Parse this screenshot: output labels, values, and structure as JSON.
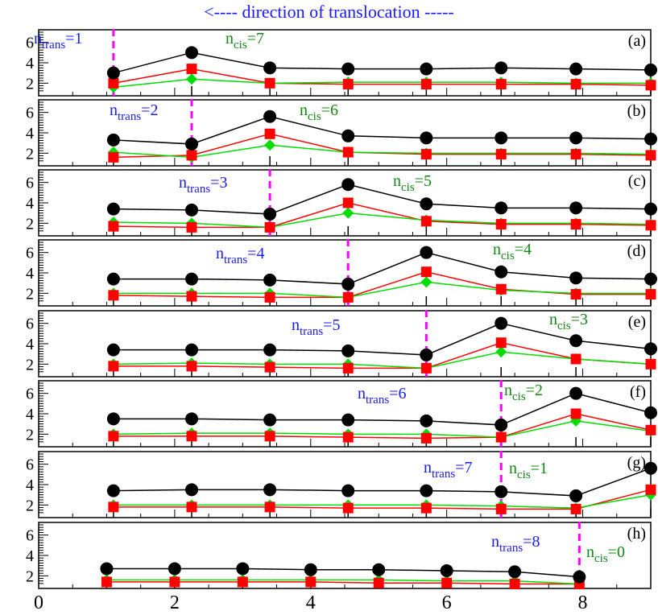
{
  "title": "<---- direction of translocation -----",
  "colors": {
    "black": "#000000",
    "red": "#ff0000",
    "green": "#00dd00",
    "marker_line": "#ff00ff",
    "label_trans": "#1a1aff",
    "label_cis": "#118811"
  },
  "chart_data": {
    "type": "line",
    "xlim": [
      0,
      9
    ],
    "ylim": [
      1,
      7
    ],
    "xticks": [
      0,
      2,
      4,
      6,
      8
    ],
    "yticks": [
      2,
      4,
      6
    ],
    "panels": [
      {
        "tag": "(a)",
        "trans_label": "trans",
        "trans_value": "=1",
        "cis_label": "cis",
        "cis_value": "=7",
        "marker_x": 1.1,
        "black": {
          "x": [
            1.1,
            2.25,
            3.4,
            4.55,
            5.7,
            6.8,
            7.9,
            9.0
          ],
          "y": [
            3.0,
            5.0,
            3.5,
            3.4,
            3.4,
            3.5,
            3.4,
            3.3
          ]
        },
        "red": {
          "x": [
            1.1,
            2.25,
            3.4,
            4.55,
            5.7,
            6.8,
            7.9,
            9.0
          ],
          "y": [
            2.0,
            3.4,
            2.0,
            1.9,
            1.9,
            1.9,
            1.9,
            1.8
          ]
        },
        "green": {
          "x": [
            1.1,
            2.25,
            3.4,
            4.55,
            5.7,
            6.8,
            7.9,
            9.0
          ],
          "y": [
            1.6,
            2.4,
            2.0,
            2.1,
            2.1,
            2.1,
            2.0,
            2.0
          ]
        }
      },
      {
        "tag": "(b)",
        "trans_label": "trans",
        "trans_value": "=2",
        "cis_label": "cis",
        "cis_value": "=6",
        "marker_x": 2.25,
        "black": {
          "x": [
            1.1,
            2.25,
            3.4,
            4.55,
            5.7,
            6.8,
            7.9,
            9.0
          ],
          "y": [
            3.3,
            2.9,
            5.6,
            3.7,
            3.5,
            3.5,
            3.5,
            3.4
          ]
        },
        "red": {
          "x": [
            1.1,
            2.25,
            3.4,
            4.55,
            5.7,
            6.8,
            7.9,
            9.0
          ],
          "y": [
            1.6,
            1.8,
            3.9,
            2.1,
            1.9,
            1.9,
            1.9,
            1.8
          ]
        },
        "green": {
          "x": [
            1.1,
            2.25,
            3.4,
            4.55,
            5.7,
            6.8,
            7.9,
            9.0
          ],
          "y": [
            2.1,
            1.6,
            2.8,
            2.1,
            2.0,
            2.0,
            2.0,
            1.9
          ]
        }
      },
      {
        "tag": "(c)",
        "trans_label": "trans",
        "trans_value": "=3",
        "cis_label": "cis",
        "cis_value": "=5",
        "marker_x": 3.4,
        "black": {
          "x": [
            1.1,
            2.25,
            3.4,
            4.55,
            5.7,
            6.8,
            7.9,
            9.0
          ],
          "y": [
            3.4,
            3.3,
            2.9,
            5.8,
            3.9,
            3.5,
            3.5,
            3.4
          ]
        },
        "red": {
          "x": [
            1.1,
            2.25,
            3.4,
            4.55,
            5.7,
            6.8,
            7.9,
            9.0
          ],
          "y": [
            1.7,
            1.6,
            1.6,
            4.0,
            2.2,
            1.9,
            1.9,
            1.8
          ]
        },
        "green": {
          "x": [
            1.1,
            2.25,
            3.4,
            4.55,
            5.7,
            6.8,
            7.9,
            9.0
          ],
          "y": [
            2.1,
            2.0,
            1.6,
            3.0,
            2.3,
            2.0,
            2.0,
            1.9
          ]
        }
      },
      {
        "tag": "(d)",
        "trans_label": "trans",
        "trans_value": "=4",
        "cis_label": "cis",
        "cis_value": "=4",
        "marker_x": 4.55,
        "black": {
          "x": [
            1.1,
            2.25,
            3.4,
            4.55,
            5.7,
            6.8,
            7.9,
            9.0
          ],
          "y": [
            3.4,
            3.4,
            3.3,
            2.9,
            6.0,
            4.1,
            3.5,
            3.4
          ]
        },
        "red": {
          "x": [
            1.1,
            2.25,
            3.4,
            4.55,
            5.7,
            6.8,
            7.9,
            9.0
          ],
          "y": [
            1.8,
            1.7,
            1.6,
            1.6,
            4.1,
            2.4,
            1.9,
            1.9
          ]
        },
        "green": {
          "x": [
            1.1,
            2.25,
            3.4,
            4.55,
            5.7,
            6.8,
            7.9,
            9.0
          ],
          "y": [
            2.0,
            2.0,
            2.0,
            1.6,
            3.1,
            2.3,
            2.0,
            2.0
          ]
        }
      },
      {
        "tag": "(e)",
        "trans_label": "trans",
        "trans_value": "=5",
        "cis_label": "cis",
        "cis_value": "=3",
        "marker_x": 5.7,
        "black": {
          "x": [
            1.1,
            2.25,
            3.4,
            4.55,
            5.7,
            6.8,
            7.9,
            9.0
          ],
          "y": [
            3.4,
            3.4,
            3.4,
            3.3,
            2.9,
            6.0,
            4.3,
            3.5
          ]
        },
        "red": {
          "x": [
            1.1,
            2.25,
            3.4,
            4.55,
            5.7,
            6.8,
            7.9,
            9.0
          ],
          "y": [
            1.8,
            1.8,
            1.7,
            1.6,
            1.6,
            4.1,
            2.5,
            2.0
          ]
        },
        "green": {
          "x": [
            1.1,
            2.25,
            3.4,
            4.55,
            5.7,
            6.8,
            7.9,
            9.0
          ],
          "y": [
            2.0,
            2.1,
            2.0,
            2.0,
            1.6,
            3.2,
            2.5,
            2.0
          ]
        }
      },
      {
        "tag": "(f)",
        "trans_label": "trans",
        "trans_value": "=6",
        "cis_label": "cis",
        "cis_value": "=2",
        "marker_x": 6.8,
        "black": {
          "x": [
            1.1,
            2.25,
            3.4,
            4.55,
            5.7,
            6.8,
            7.9,
            9.0
          ],
          "y": [
            3.5,
            3.5,
            3.4,
            3.4,
            3.3,
            2.9,
            6.0,
            4.1
          ]
        },
        "red": {
          "x": [
            1.1,
            2.25,
            3.4,
            4.55,
            5.7,
            6.8,
            7.9,
            9.0
          ],
          "y": [
            1.8,
            1.8,
            1.8,
            1.7,
            1.6,
            1.7,
            4.0,
            2.4
          ]
        },
        "green": {
          "x": [
            1.1,
            2.25,
            3.4,
            4.55,
            5.7,
            6.8,
            7.9,
            9.0
          ],
          "y": [
            2.0,
            2.1,
            2.1,
            2.0,
            2.0,
            1.7,
            3.3,
            2.3
          ]
        }
      },
      {
        "tag": "(g)",
        "trans_label": "trans",
        "trans_value": "=7",
        "cis_label": "cis",
        "cis_value": "=1",
        "marker_x": 6.8,
        "black": {
          "x": [
            1.1,
            2.25,
            3.4,
            4.55,
            5.7,
            6.8,
            7.9,
            9.0
          ],
          "y": [
            3.4,
            3.5,
            3.5,
            3.4,
            3.4,
            3.3,
            2.9,
            5.6
          ]
        },
        "red": {
          "x": [
            1.1,
            2.25,
            3.4,
            4.55,
            5.7,
            6.8,
            7.9,
            9.0
          ],
          "y": [
            1.8,
            1.8,
            1.8,
            1.7,
            1.7,
            1.6,
            1.6,
            3.5
          ]
        },
        "green": {
          "x": [
            1.1,
            2.25,
            3.4,
            4.55,
            5.7,
            6.8,
            7.9,
            9.0
          ],
          "y": [
            2.0,
            2.0,
            2.0,
            2.0,
            2.0,
            1.9,
            1.7,
            3.0
          ]
        }
      },
      {
        "tag": "(h)",
        "trans_label": "trans",
        "trans_value": "=8",
        "cis_label": "cis",
        "cis_value": "=0",
        "marker_x": 7.95,
        "black": {
          "x": [
            1.0,
            2.0,
            3.0,
            4.0,
            5.0,
            6.0,
            7.0,
            7.95
          ],
          "y": [
            2.7,
            2.7,
            2.7,
            2.6,
            2.6,
            2.5,
            2.4,
            1.9
          ]
        },
        "red": {
          "x": [
            1.0,
            2.0,
            3.0,
            4.0,
            5.0,
            6.0,
            7.0,
            7.95
          ],
          "y": [
            1.4,
            1.4,
            1.4,
            1.4,
            1.3,
            1.3,
            1.2,
            1.2
          ]
        },
        "green": {
          "x": [
            1.0,
            2.0,
            3.0,
            4.0,
            5.0,
            6.0,
            7.0,
            7.95
          ],
          "y": [
            1.6,
            1.6,
            1.6,
            1.6,
            1.6,
            1.5,
            1.5,
            1.2
          ]
        }
      }
    ]
  }
}
